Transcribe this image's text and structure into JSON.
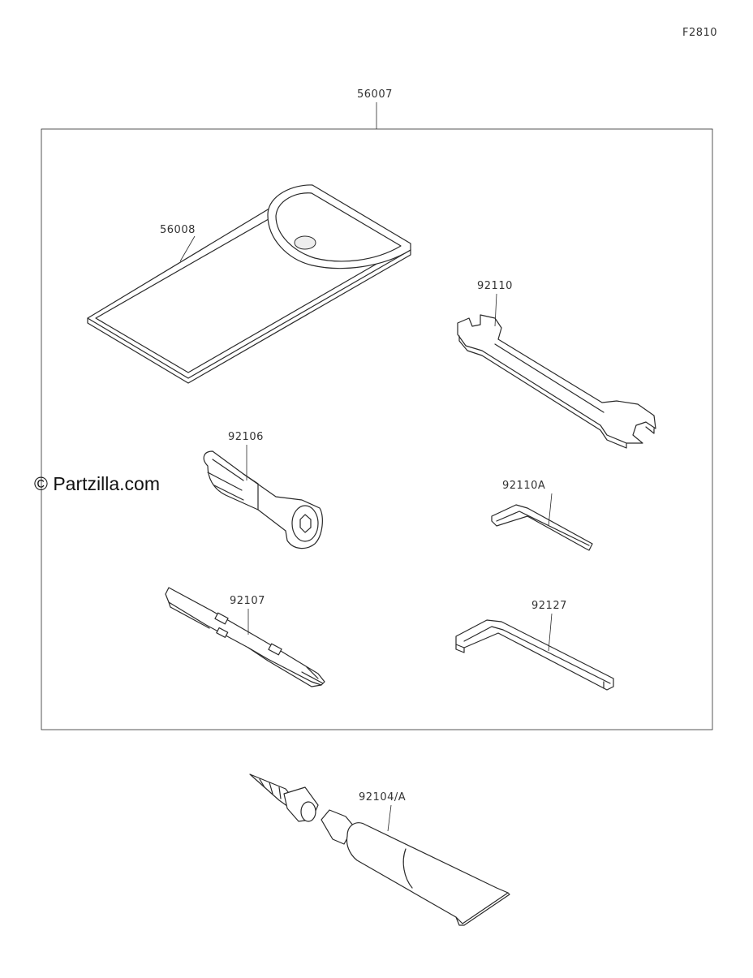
{
  "figure_code": "F2810",
  "watermark": "© Partzilla.com",
  "parts": {
    "kit": "56007",
    "pouch": "56008",
    "wrench": "92110",
    "hex_key_small": "92110A",
    "socket_tool": "92106",
    "screwdriver": "92107",
    "hex_key_large": "92127",
    "grease_tube": "92104/A"
  },
  "colors": {
    "line": "#2a2a2a",
    "text": "#333333",
    "background": "#ffffff"
  }
}
